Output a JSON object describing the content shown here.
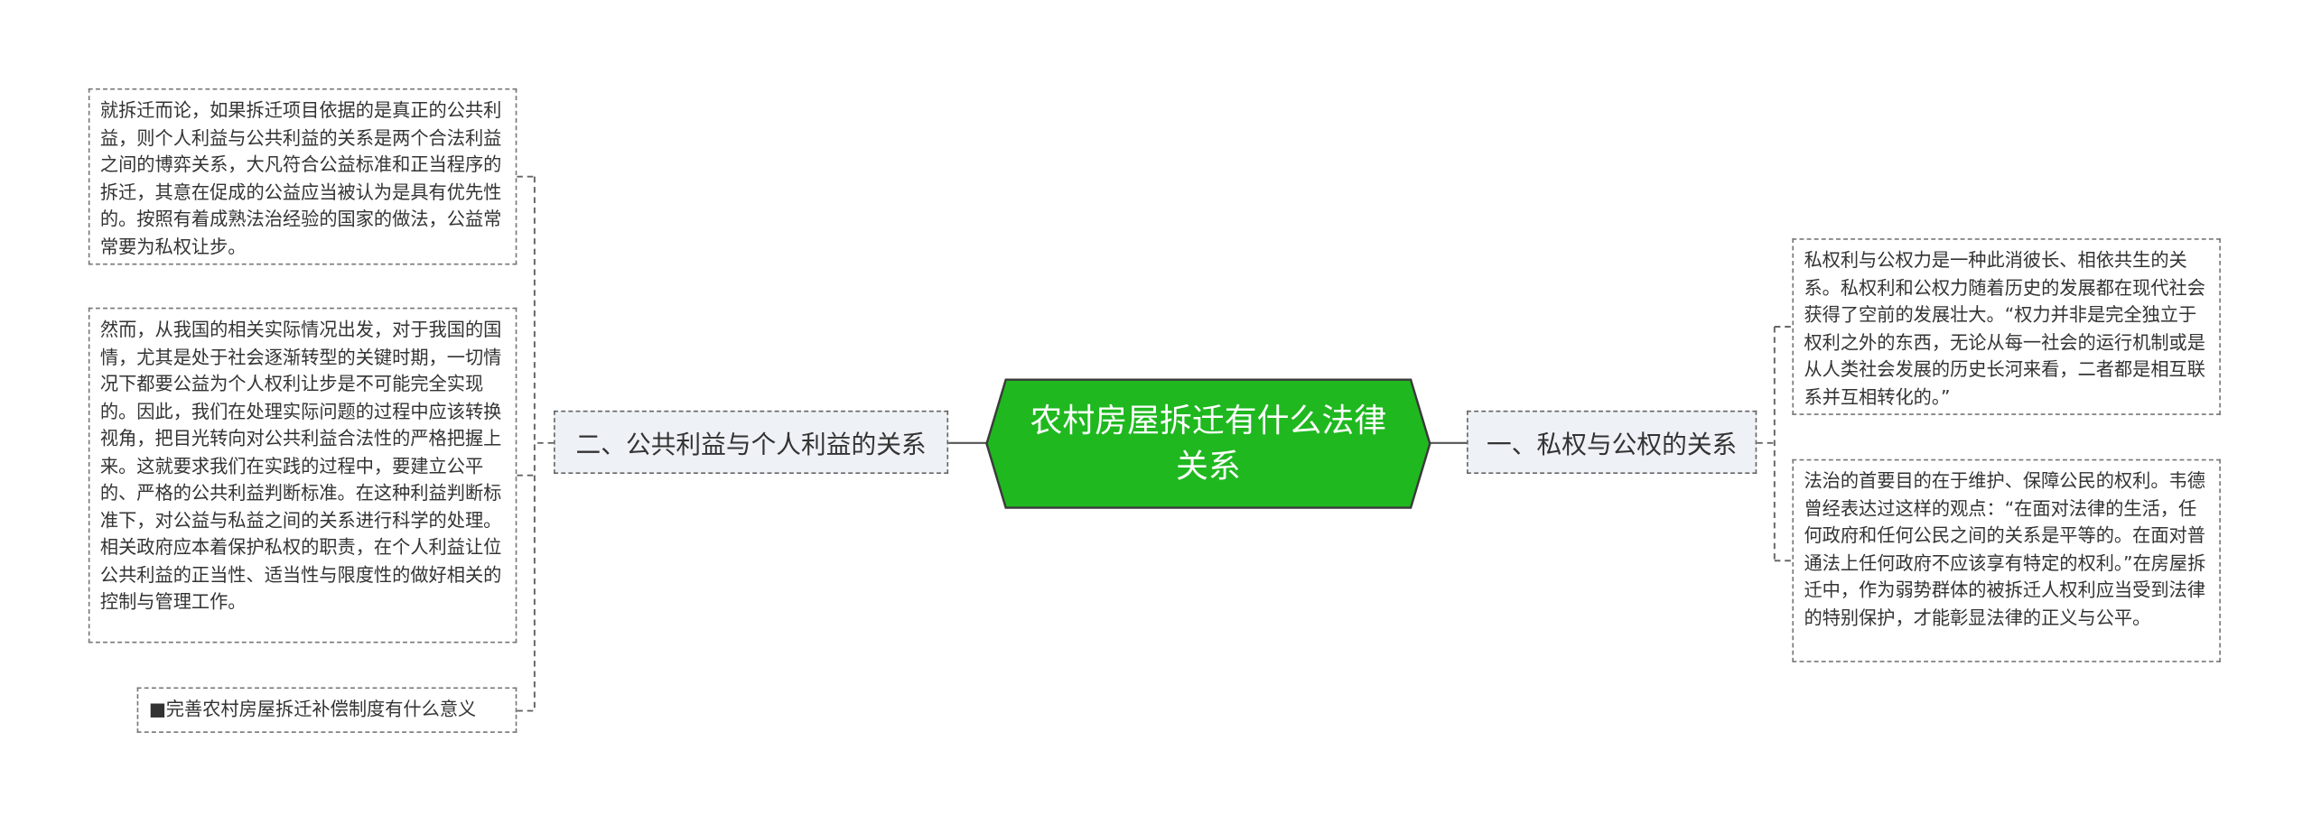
{
  "root": {
    "title": "农村房屋拆迁有什么法律关系",
    "color": "#1fb81f"
  },
  "branches": {
    "left": {
      "label": "二、公共利益与个人利益的关系",
      "children": [
        "就拆迁而论，如果拆迁项目依据的是真正的公共利益，则个人利益与公共利益的关系是两个合法利益之间的博弈关系，大凡符合公益标准和正当程序的拆迁，其意在促成的公益应当被认为是具有优先性的。按照有着成熟法治经验的国家的做法，公益常常要为私权让步。",
        "然而，从我国的相关实际情况出发，对于我国的国情，尤其是处于社会逐渐转型的关键时期，一切情况下都要公益为个人权利让步是不可能完全实现的。因此，我们在处理实际问题的过程中应该转换视角，把目光转向对公共利益合法性的严格把握上来。这就要求我们在实践的过程中，要建立公平的、严格的公共利益判断标准。在这种利益判断标准下，对公益与私益之间的关系进行科学的处理。相关政府应本着保护私权的职责，在个人利益让位公共利益的正当性、适当性与限度性的做好相关的控制与管理工作。",
        "■完善农村房屋拆迁补偿制度有什么意义"
      ]
    },
    "right": {
      "label": "一、私权与公权的关系",
      "children": [
        "私权利与公权力是一种此消彼长、相依共生的关系。私权利和公权力随着历史的发展都在现代社会获得了空前的发展壮大。“权力并非是完全独立于权利之外的东西，无论从每一社会的运行机制或是从人类社会发展的历史长河来看，二者都是相互联系并互相转化的。”",
        "法治的首要目的在于维护、保障公民的权利。韦德曾经表达过这样的观点：“在面对法律的生活，任何政府和任何公民之间的关系是平等的。在面对普通法上任何政府不应该享有特定的权利。”在房屋拆迁中，作为弱势群体的被拆迁人权利应当受到法律的特别保护，才能彰显法律的正义与公平。"
      ]
    }
  },
  "colors": {
    "branch_fill": "#eef2f6",
    "border": "#666666",
    "text": "#333333"
  }
}
